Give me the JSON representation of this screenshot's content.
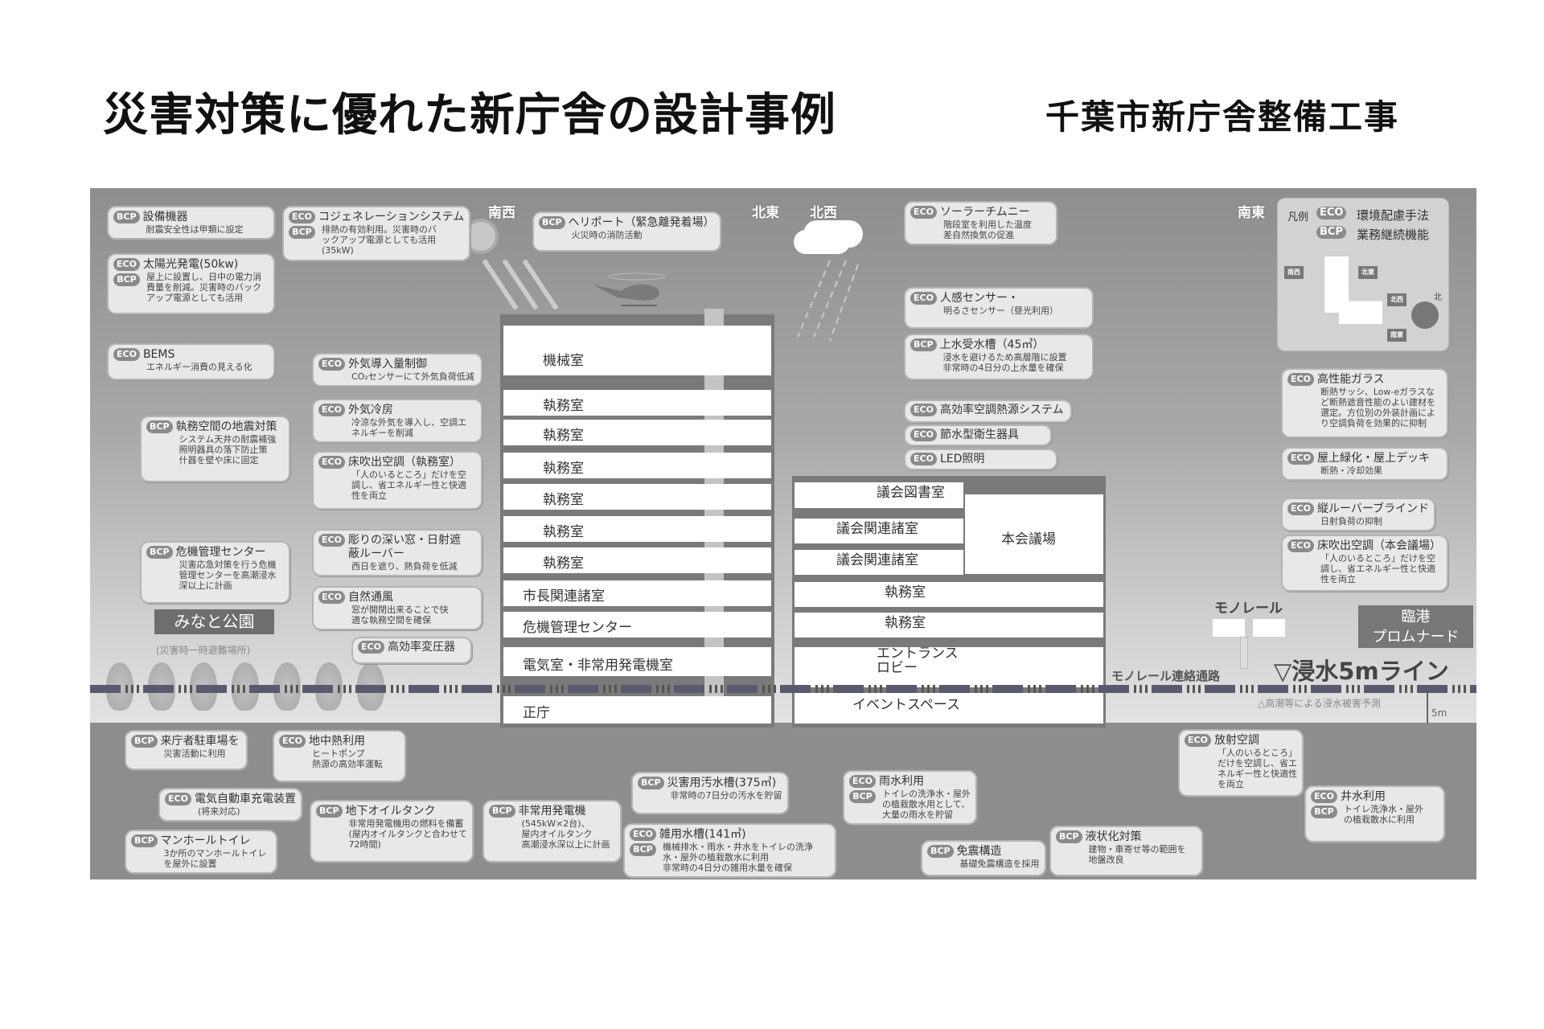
{
  "header": {
    "title": "災害対策に優れた新庁舎の設計事例",
    "subtitle": "千葉市新庁舎整備工事"
  },
  "directions": {
    "sw": "南西",
    "ne": "北東",
    "nw": "北西",
    "se": "南東"
  },
  "legend": {
    "label": "凡例",
    "eco_badge": "ECO",
    "eco_text": "環境配慮手法",
    "bcp_badge": "BCP",
    "bcp_text": "業務継続機能",
    "plan_labels": {
      "sw": "南西",
      "ne": "北東",
      "nw": "北西",
      "se": "南東"
    },
    "compass": "北"
  },
  "callouts": [
    {
      "id": "setsubi",
      "tags": [
        "BCP"
      ],
      "title": "設備機器",
      "lines": [
        "耐震安全性は甲類に設定"
      ]
    },
    {
      "id": "taiyoko",
      "tags": [
        "ECO",
        "BCP"
      ],
      "title": "太陽光発電(50kw)",
      "lines": [
        "屋上に設置し、日中の電力消",
        "費量を削減。災害時のバック",
        "アップ電源としても活用"
      ]
    },
    {
      "id": "bems",
      "tags": [
        "ECO"
      ],
      "title": "BEMS",
      "lines": [
        "エネルギー消費の見える化"
      ]
    },
    {
      "id": "jishin",
      "tags": [
        "BCP"
      ],
      "title": "執務空間の地震対策",
      "lines": [
        "システム天井の耐震補強",
        "照明器具の落下防止策",
        "什器を壁や床に固定"
      ]
    },
    {
      "id": "kiki",
      "tags": [
        "BCP"
      ],
      "title": "危機管理センター",
      "lines": [
        "災害応急対策を行う危機",
        "管理センターを高潮浸水",
        "深以上に計画"
      ]
    },
    {
      "id": "cogen",
      "tags": [
        "ECO",
        "BCP"
      ],
      "title": "コジェネレーションシステム",
      "lines": [
        "排熱の有効利用。災害時のバ",
        "ックアップ電源としても活用",
        "(35kW)"
      ]
    },
    {
      "id": "gaiki_dounyu",
      "tags": [
        "ECO"
      ],
      "title": "外気導入量制御",
      "lines": [
        "CO₂センサーにて外気負荷低減"
      ]
    },
    {
      "id": "gaiki_reibou",
      "tags": [
        "ECO"
      ],
      "title": "外気冷房",
      "lines": [
        "冷涼な外気を導入し、空調エ",
        "ネルギーを削減"
      ]
    },
    {
      "id": "yukafuki1",
      "tags": [
        "ECO"
      ],
      "title": "床吹出空調（執務室）",
      "lines": [
        "「人のいるところ」だけを空",
        "調し、省エネルギー性と快適",
        "性を両立"
      ]
    },
    {
      "id": "mado",
      "tags": [
        "ECO"
      ],
      "title": "彫りの深い窓・日射遮蔽ルーバー",
      "lines": [
        "西日を遮り、熱負荷を低減"
      ]
    },
    {
      "id": "tsufuu",
      "tags": [
        "ECO"
      ],
      "title": "自然通風",
      "lines": [
        "窓が開閉出来ることで快",
        "適な執務空間を確保"
      ]
    },
    {
      "id": "hentsu",
      "tags": [
        "ECO"
      ],
      "title": "高効率変圧器",
      "lines": []
    },
    {
      "id": "heli",
      "tags": [
        "BCP"
      ],
      "title": "ヘリポート（緊急離発着場）",
      "lines": [
        "火災時の消防活動"
      ]
    },
    {
      "id": "parking",
      "tags": [
        "BCP"
      ],
      "title": "来庁者駐車場を",
      "lines": [
        "災害活動に利用"
      ]
    },
    {
      "id": "chichu",
      "tags": [
        "ECO"
      ],
      "title": "地中熱利用",
      "lines": [
        "ヒートポンプ",
        "熱源の高効率運転"
      ]
    },
    {
      "id": "ev",
      "tags": [
        "ECO"
      ],
      "title": "電気自動車充電装置",
      "lines": [
        "(将来対応)"
      ]
    },
    {
      "id": "manhole",
      "tags": [
        "BCP"
      ],
      "title": "マンホールトイレ",
      "lines": [
        "3か所のマンホールトイレ",
        "を屋外に設置"
      ]
    },
    {
      "id": "oiltank",
      "tags": [
        "BCP"
      ],
      "title": "地下オイルタンク",
      "lines": [
        "非常用発電機用の燃料を備蓄",
        "(屋内オイルタンクと合わせて",
        "72時間)"
      ]
    },
    {
      "id": "hijou",
      "tags": [
        "BCP"
      ],
      "title": "非常用発電機",
      "lines": [
        "(545kW×2台)、",
        "屋内オイルタンク",
        "高潮浸水深以上に計画"
      ]
    },
    {
      "id": "osui",
      "tags": [
        "BCP"
      ],
      "title": "災害用汚水槽(375㎥)",
      "lines": [
        "非常時の7日分の汚水を貯留"
      ]
    },
    {
      "id": "zatsuyou",
      "tags": [
        "ECO",
        "BCP"
      ],
      "title": "雑用水槽(141㎥)",
      "lines": [
        "機械排水・雨水・井水をトイレの洗浄",
        "水・屋外の植栽散水に利用",
        "非常時の4日分の雑用水量を確保"
      ]
    },
    {
      "id": "usui",
      "tags": [
        "ECO",
        "BCP"
      ],
      "title": "雨水利用",
      "lines": [
        "トイレの洗浄水・屋外",
        "の植栽散水用として、",
        "大量の雨水を貯留"
      ]
    },
    {
      "id": "menshin",
      "tags": [
        "BCP"
      ],
      "title": "免震構造",
      "lines": [
        "基礎免震構造を採用"
      ]
    },
    {
      "id": "ekijoka",
      "tags": [
        "BCP"
      ],
      "title": "液状化対策",
      "lines": [
        "建物・車寄せ等の範囲を",
        "地盤改良"
      ]
    },
    {
      "id": "housha",
      "tags": [
        "ECO"
      ],
      "title": "放射空調",
      "lines": [
        "「人のいるところ」",
        "だけを空調し、省エ",
        "ネルギー性と快適性",
        "を両立"
      ]
    },
    {
      "id": "seisui",
      "tags": [
        "ECO",
        "BCP"
      ],
      "title": "井水利用",
      "lines": [
        "トイレ洗浄水・屋外",
        "の植栽散水に利用"
      ]
    },
    {
      "id": "solar",
      "tags": [
        "ECO"
      ],
      "title": "ソーラーチムニー",
      "lines": [
        "階段室を利用した温度",
        "差自然換気の促進"
      ]
    },
    {
      "id": "jinkan",
      "tags": [
        "ECO"
      ],
      "title": "人感センサー・",
      "lines": [
        "明るさセンサー（昼光利用）"
      ]
    },
    {
      "id": "jousui",
      "tags": [
        "BCP"
      ],
      "title": "上水受水槽（45㎥）",
      "lines": [
        "浸水を避けるため高層階に設置",
        "非常時の4日分の上水量を確保"
      ]
    },
    {
      "id": "kuchou",
      "tags": [
        "ECO"
      ],
      "title": "高効率空調熱源システム",
      "lines": []
    },
    {
      "id": "sessui",
      "tags": [
        "ECO"
      ],
      "title": "節水型衛生器具",
      "lines": []
    },
    {
      "id": "led",
      "tags": [
        "ECO"
      ],
      "title": "LED照明",
      "lines": []
    },
    {
      "id": "glass",
      "tags": [
        "ECO"
      ],
      "title": "高性能ガラス",
      "lines": [
        "断熱サッシ、Low-eガラスな",
        "ど断熱遮音性能のよい建材を",
        "選定。方位別の外装計画によ",
        "り空調負荷を効果的に抑制"
      ]
    },
    {
      "id": "okujo",
      "tags": [
        "ECO"
      ],
      "title": "屋上緑化・屋上デッキ",
      "lines": [
        "断熱・冷却効果"
      ]
    },
    {
      "id": "louver",
      "tags": [
        "ECO"
      ],
      "title": "縦ルーバーブラインド",
      "lines": [
        "日射負荷の抑制"
      ]
    },
    {
      "id": "yukafuki2",
      "tags": [
        "ECO"
      ],
      "title": "床吹出空調（本会議場）",
      "lines": [
        "「人のいるところ」だけを空",
        "調し、省エネルギー性と快適",
        "性を両立"
      ]
    }
  ],
  "tower_rooms": [
    "機械室",
    "執務室",
    "執務室",
    "執務室",
    "執務室",
    "執務室",
    "執務室",
    "市長関連諸室",
    "危機管理センター",
    "電気室・非常用発電機室",
    "正庁"
  ],
  "annex_rooms": {
    "library": "議会図書室",
    "council1": "議会関連諸室",
    "council2": "議会関連諸室",
    "assembly": "本会議場",
    "office1": "執務室",
    "office2": "執務室",
    "lobby": "エントランス\nロビー",
    "event": "イベントスペース"
  },
  "site": {
    "park": "みなと公園",
    "park_note": "(災害時一時避難場所)",
    "monorail": "モノレール",
    "promenade": "臨港\nプロムナード",
    "flood_line": "▽浸水5mライン",
    "monorail_path": "モノレール連絡通路",
    "flood_note": "△高潮等による浸水被害予測",
    "depth": "5m"
  },
  "colors": {
    "badge": "#8a8a8a",
    "ground": "#8d8d8d",
    "flood_dash": "#5a5a6e"
  }
}
